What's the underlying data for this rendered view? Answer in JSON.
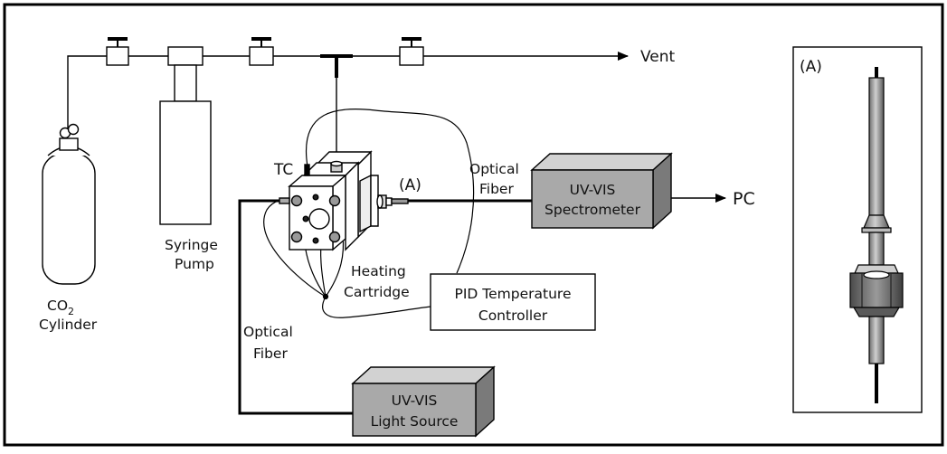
{
  "labels": {
    "vent": "Vent",
    "co2_a": "CO",
    "co2_sub": "2",
    "co2_b": "Cylinder",
    "syringe_a": "Syringe",
    "syringe_b": "Pump",
    "tc": "TC",
    "a_marker": "(A)",
    "optical_fiber_top_a": "Optical",
    "optical_fiber_top_b": "Fiber",
    "spectrometer_a": "UV-VIS",
    "spectrometer_b": "Spectrometer",
    "pc": "PC",
    "heating_a": "Heating",
    "heating_b": "Cartridge",
    "pid_a": "PID Temperature",
    "pid_b": "Controller",
    "optical_fiber_left_a": "Optical",
    "optical_fiber_left_b": "Fiber",
    "light_a": "UV-VIS",
    "light_b": "Light Source",
    "inset_title": "(A)"
  },
  "colors": {
    "box_front": "#a9a9a9",
    "box_side": "#7a7a7a",
    "box_top": "#d2d2d2",
    "line": "#000000"
  }
}
